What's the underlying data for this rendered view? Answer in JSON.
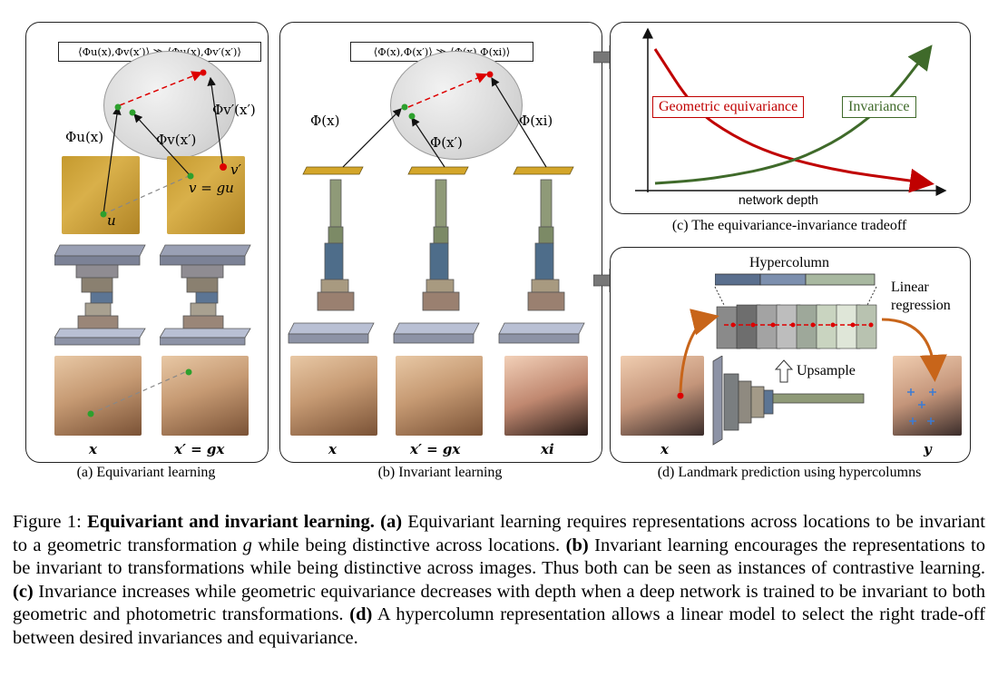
{
  "panel_a": {
    "formula": "⟨Φu(x),Φv(x′)⟩ ≫ ⟨Φu(x),Φv′(x′)⟩",
    "phi_u_x": "Φu(x)",
    "phi_v_xp": "Φv(x′)",
    "phi_vp_xp": "Φv′(x′)",
    "u": "u",
    "v_eq": "v = gu",
    "v_prime": "v′",
    "img_x": "x",
    "img_xp": "x′ = gx",
    "caption": "(a) Equivariant learning"
  },
  "panel_b": {
    "formula": "⟨Φ(x),Φ(x′)⟩ ≫ ⟨Φ(x),Φ(xi)⟩",
    "phi_x": "Φ(x)",
    "phi_xp": "Φ(x′)",
    "phi_xi": "Φ(xi)",
    "img_x": "x",
    "img_xp": "x′ = gx",
    "img_xi": "xi",
    "caption": "(b) Invariant learning"
  },
  "panel_c": {
    "caption": "(c) The equivariance-invariance tradeoff",
    "colors": {
      "geometric": "#c00000",
      "invariance": "#3f6a2a"
    }
  },
  "chart_data": {
    "type": "line",
    "xlabel": "network depth",
    "ylabel": "",
    "series": [
      {
        "name": "Geometric equivariance",
        "trend": "decreasing",
        "values": [
          1.0,
          0.55,
          0.35,
          0.22,
          0.14,
          0.08,
          0.04,
          0.0
        ]
      },
      {
        "name": "Invariance",
        "trend": "increasing",
        "values": [
          0.0,
          0.02,
          0.06,
          0.12,
          0.22,
          0.38,
          0.62,
          1.0
        ]
      }
    ]
  },
  "panel_d": {
    "hypercolumn": "Hypercolumn",
    "linear_regression": "Linear\nregression",
    "upsample": "Upsample",
    "img_x": "x",
    "img_y": "y",
    "caption": "(d) Landmark prediction using hypercolumns"
  },
  "figure_caption": {
    "prefix": "Figure 1: ",
    "title": "Equivariant and invariant learning.",
    "a_tag": "(a)",
    "a_text": " Equivariant learning requires representations across locations to be invariant to a geometric transformation ",
    "g": "g",
    "a_text2": " while being distinctive across locations. ",
    "b_tag": "(b)",
    "b_text": " Invariant learning encourages the representations to be invariant to transformations while being distinctive across images. Thus both can be seen as instances of contrastive learning. ",
    "c_tag": "(c)",
    "c_text": " Invariance increases while geometric equivariance decreases with depth when a deep network is trained to be invariant to both geometric and photometric transformations. ",
    "d_tag": "(d)",
    "d_text": " A hypercolumn representation allows a linear model to select the right trade-off between desired invariances and equivariance."
  }
}
